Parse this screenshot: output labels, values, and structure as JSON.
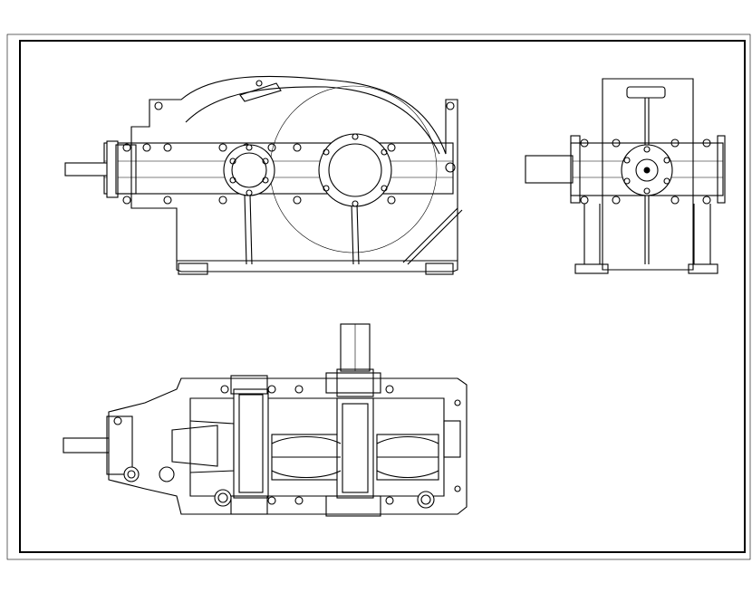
{
  "drawing": {
    "views": [
      "front-view",
      "side-view",
      "top-view"
    ],
    "colors": {
      "background": "#ffffff",
      "line": "#000000"
    }
  }
}
